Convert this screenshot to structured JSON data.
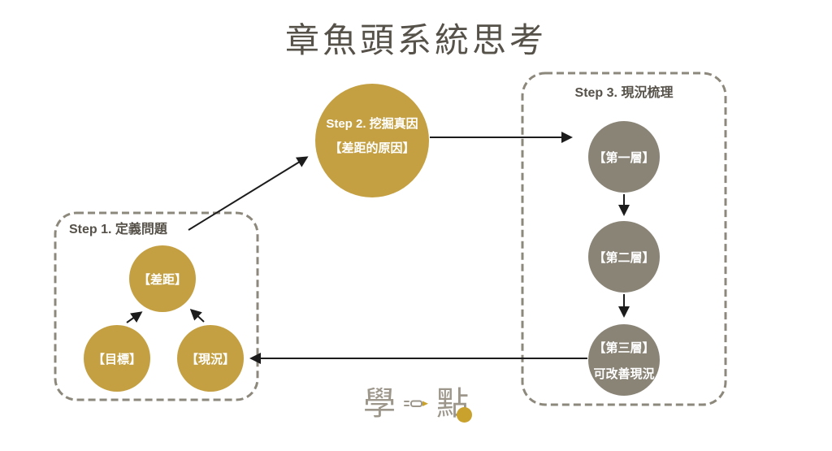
{
  "title": "章魚頭系統思考",
  "colors": {
    "gold": "#C4A042",
    "gray": "#8A8477",
    "border": "#8D887C",
    "text_dark": "#56524A",
    "arrow": "#1C1C1C",
    "circle_text": "#FFFFFF",
    "logo_gray": "#9C968B",
    "logo_gold": "#C9A22E"
  },
  "step1": {
    "label": "Step 1. 定義問題",
    "circles": [
      {
        "label": "【差距】"
      },
      {
        "label": "【目標】"
      },
      {
        "label": "【現況】"
      }
    ]
  },
  "step2": {
    "line1": "Step 2. 挖掘真因",
    "line2": "【差距的原因】"
  },
  "step3": {
    "label": "Step 3. 現況梳理",
    "circles": [
      {
        "label": "【第一層】"
      },
      {
        "label": "【第二層】"
      },
      {
        "label": "【第三層】",
        "label2": "可改善現況"
      }
    ]
  },
  "logo": {
    "char1": "學",
    "char2": "點"
  }
}
